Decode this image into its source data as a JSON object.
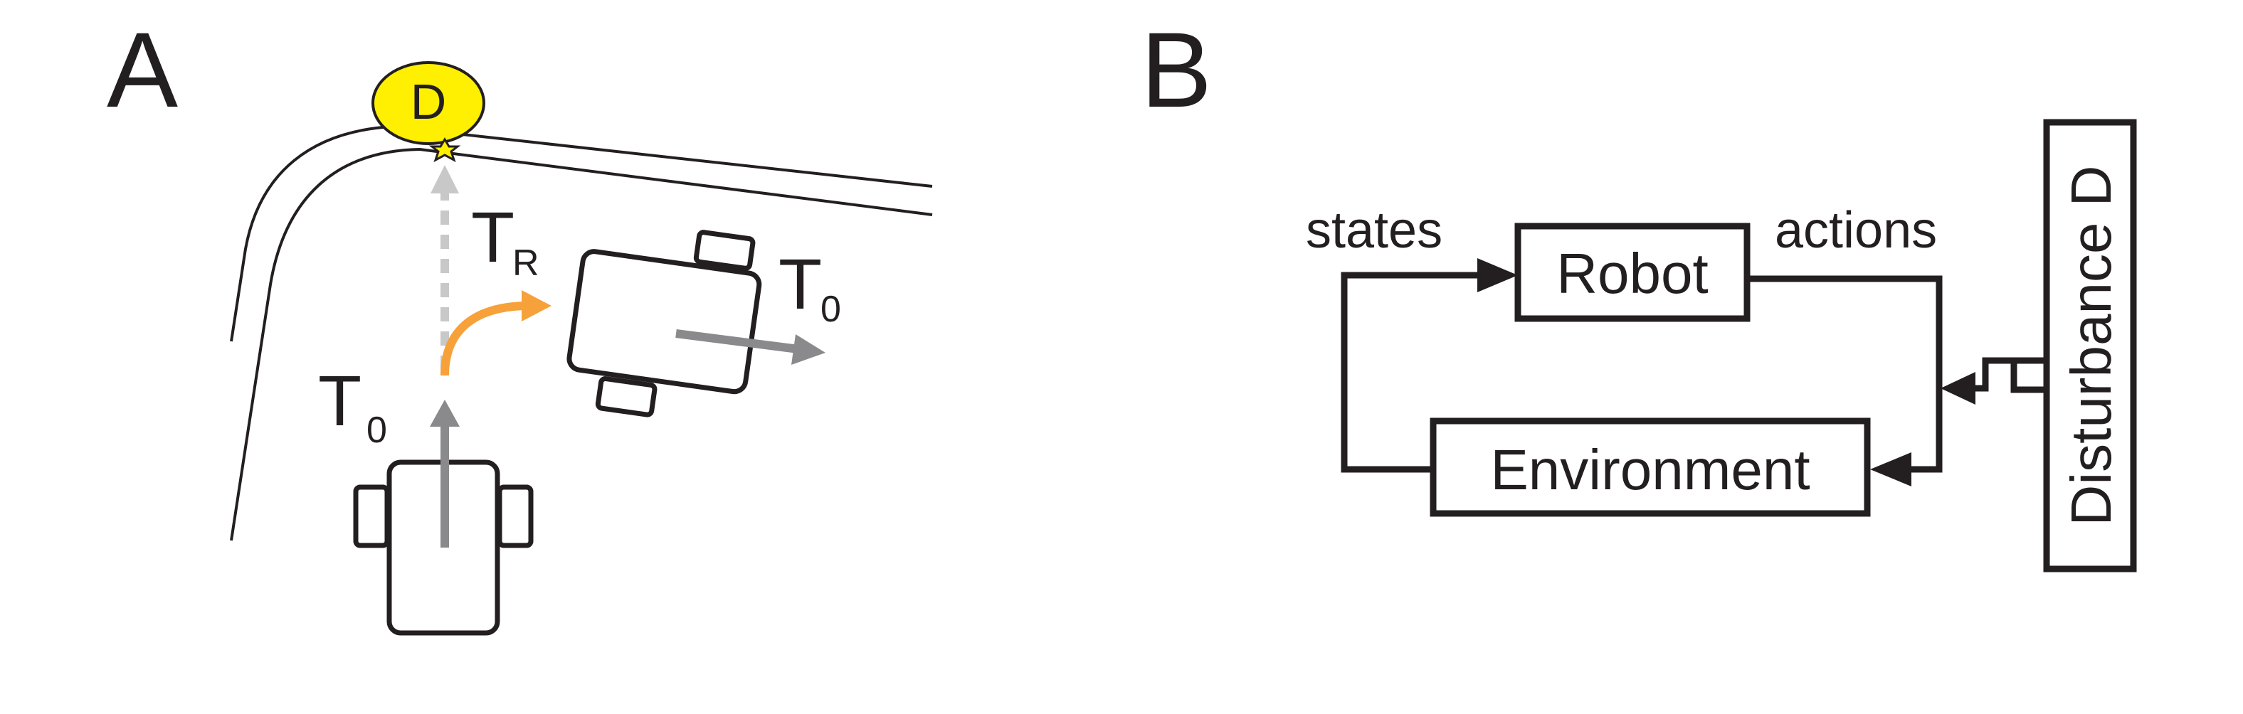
{
  "panel_a": {
    "label": "A",
    "disturbance_label": "D",
    "robot_left_time": {
      "symbol": "T",
      "subscript": "0"
    },
    "robot_right_time": {
      "symbol": "T",
      "subscript": "0"
    },
    "reaction_time": {
      "symbol": "T",
      "subscript": "R"
    },
    "colors": {
      "disturbance_fill": "#ffef00",
      "reaction_arrow": "#f6a13a",
      "heading_arrow": "#8a8a8d",
      "reaction_path": "#c8c8c8",
      "outline": "#231f20"
    }
  },
  "panel_b": {
    "label": "B",
    "robot": "Robot",
    "environment": "Environment",
    "states": "states",
    "actions": "actions",
    "disturbance": "Disturbance D"
  }
}
